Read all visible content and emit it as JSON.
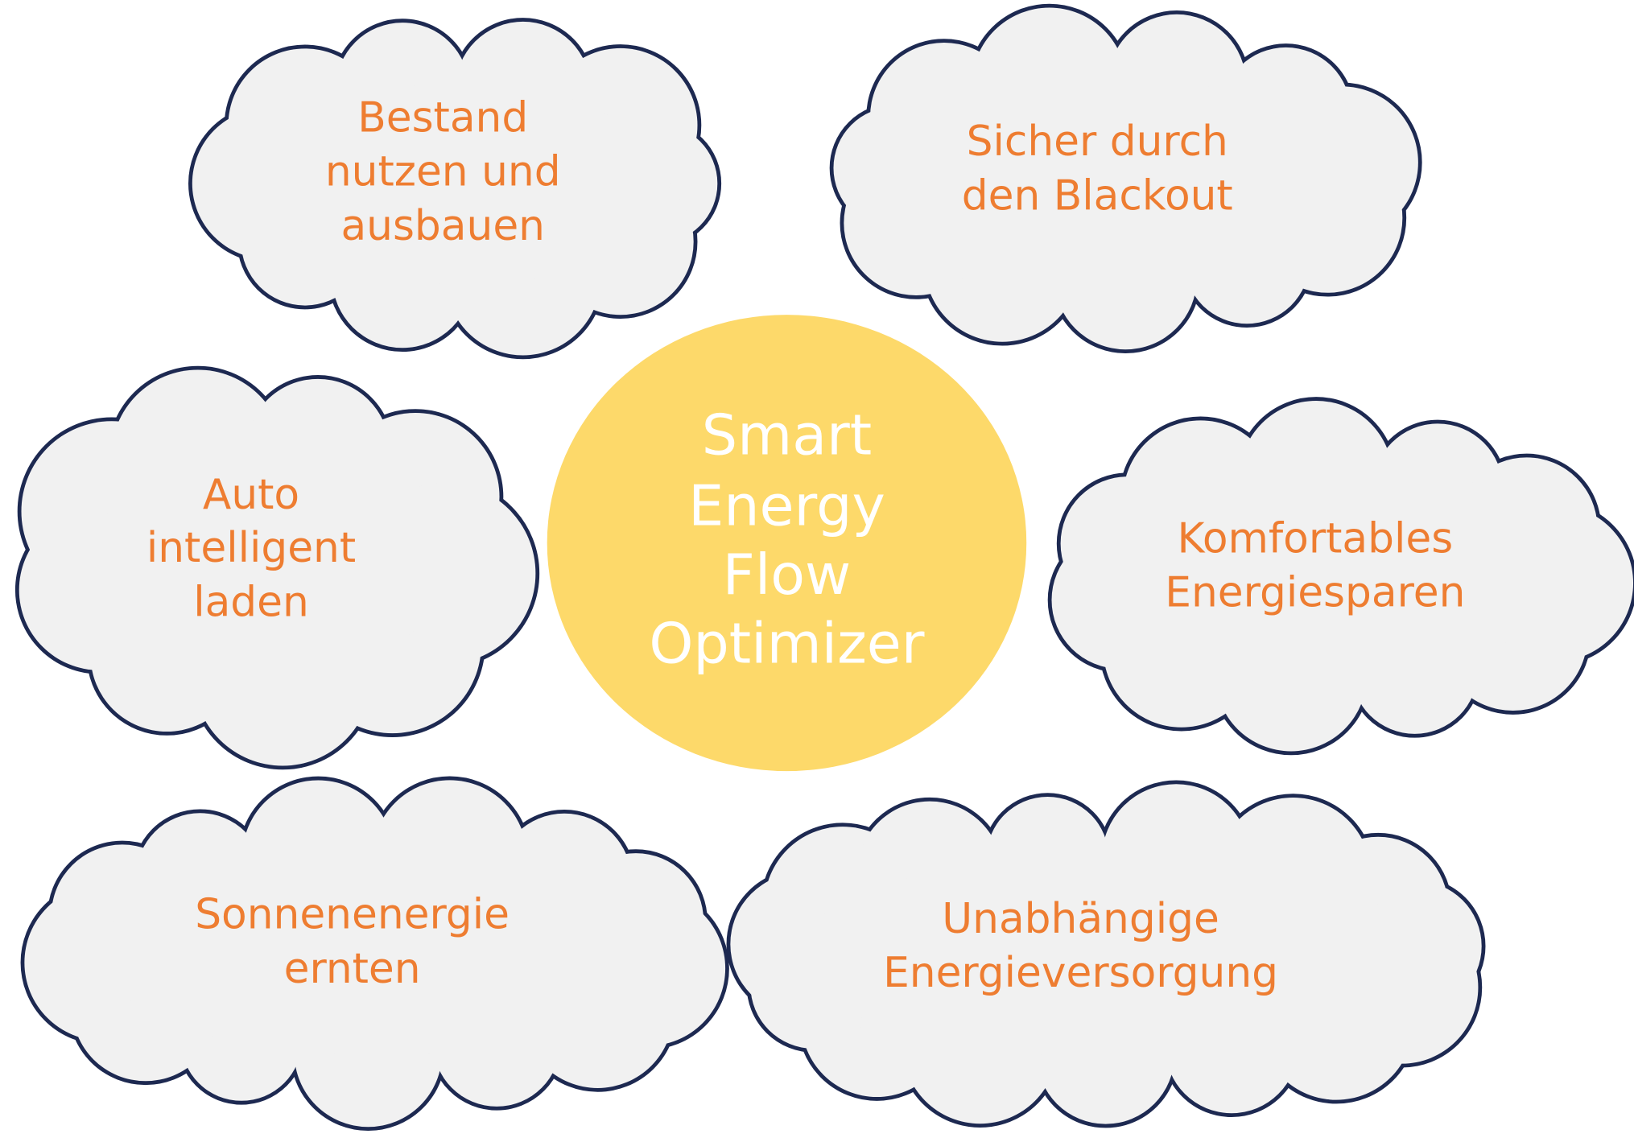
{
  "colors": {
    "cloud_fill": "#f1f1f1",
    "cloud_stroke": "#1d2951",
    "cloud_text": "#ee7d31",
    "center_fill": "#fdd96a",
    "center_text": "#ffffff"
  },
  "center": {
    "lines": [
      "Smart",
      "Energy",
      "Flow",
      "Optimizer"
    ]
  },
  "clouds": [
    {
      "lines": [
        "Bestand",
        "nutzen und",
        "ausbauen"
      ]
    },
    {
      "lines": [
        "Sicher durch",
        "den Blackout"
      ]
    },
    {
      "lines": [
        "Auto",
        "intelligent",
        "laden"
      ]
    },
    {
      "lines": [
        "Komfortables",
        "Energiesparen"
      ]
    },
    {
      "lines": [
        "Sonnenenergie",
        "ernten"
      ]
    },
    {
      "lines": [
        "Unabhängige",
        "Energieversorgung"
      ]
    }
  ]
}
